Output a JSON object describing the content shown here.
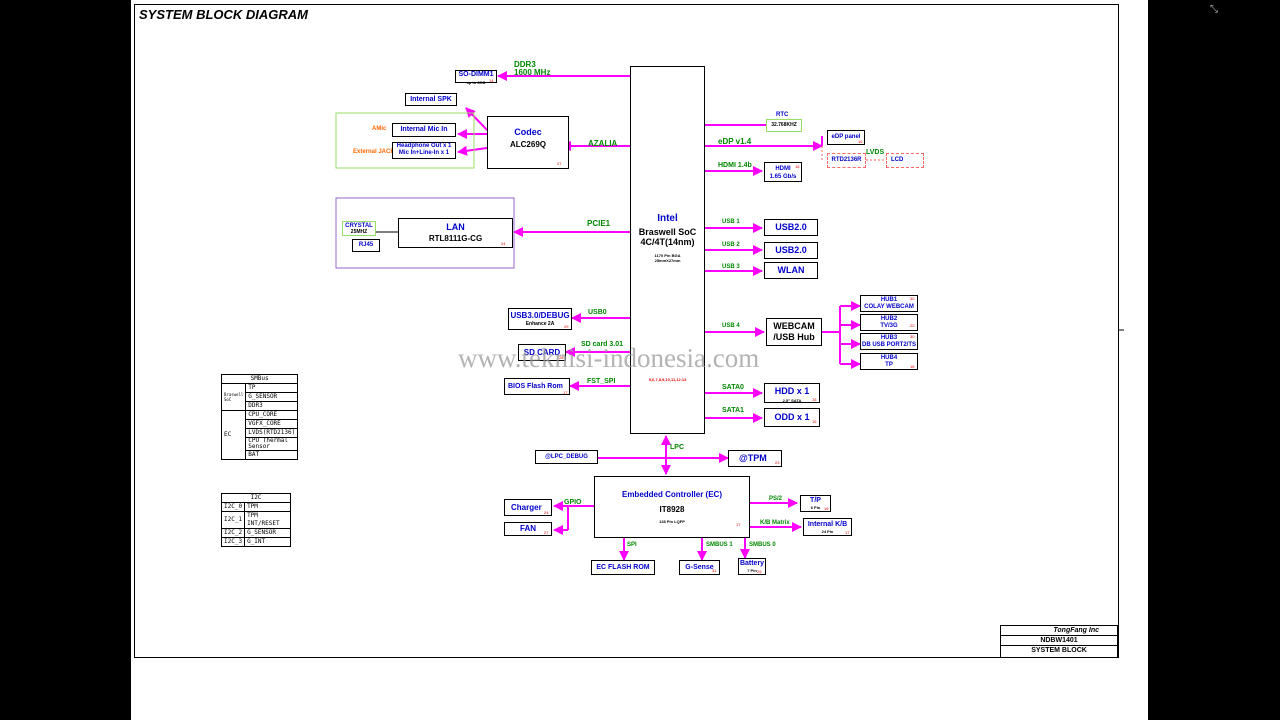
{
  "title": "SYSTEM BLOCK DIAGRAM",
  "soc": {
    "l1": "Intel",
    "l2": "Braswell  SoC",
    "l3": "4C/4T(14nm)",
    "pkg1": "1170 Pin BGA",
    "pkg2": "25mmX27mm",
    "ref": "5,6,7,8,9,10,11,12,13"
  },
  "sodimm": {
    "name": "SO-DIMM1",
    "sub": "up to 8GB",
    "num": "14"
  },
  "ddr": {
    "l1": "DDR3",
    "l2": "1600 MHz"
  },
  "spk": "Internal SPK",
  "codec": {
    "l1": "Codec",
    "l2": "ALC269Q",
    "num": "27"
  },
  "azalia": "AZALIA",
  "amic": "AMic",
  "micin": "Internal Mic In",
  "extjack": "External JACK",
  "hp": {
    "l1": "Headphone Out x 1",
    "l2": "Mic In+Line-In x 1"
  },
  "lan": {
    "l1": "LAN",
    "l2": "RTL8111G-CG",
    "num": "24"
  },
  "pcie": "PCIE1",
  "crystal": {
    "l1": "CRYSTAL",
    "l2": "25MHZ"
  },
  "rj45": "RJ45",
  "rtc": {
    "label": "RTC",
    "freq": "32.768KHZ"
  },
  "edp": {
    "link": "eDP v1.4",
    "panel": "eDP panel",
    "num": "16"
  },
  "rtd": "RTD2136R",
  "lvds": "LVDS",
  "lcd": "LCD",
  "hdmi": {
    "link": "HDMI 1.4b",
    "l1": "HDMI",
    "l2": "1.65 Gb/s",
    "num": "18"
  },
  "usb1": {
    "link": "USB 1",
    "dev": "USB2.0"
  },
  "usb2": {
    "link": "USB 2",
    "dev": "USB2.0"
  },
  "usb3": {
    "link": "USB 3",
    "dev": "WLAN"
  },
  "usb4": {
    "link": "USB 4",
    "l1": "WEBCAM",
    "l2": "/USB Hub"
  },
  "hubs": [
    {
      "l1": "HUB1",
      "l2": "COLAY WEBCAM",
      "num": "30"
    },
    {
      "l1": "HUB2",
      "l2": "TV/3G",
      "num": "22"
    },
    {
      "l1": "HUB3",
      "l2": "DB USB PORT2/TS",
      "num": "30"
    },
    {
      "l1": "HUB4",
      "l2": "TP",
      "num": "16"
    }
  ],
  "usb0": {
    "link": "USB0",
    "l1": "USB3.0/DEBUG",
    "l2": "Enhance 2A",
    "num": "29"
  },
  "sd": {
    "link": "SD card 3.01",
    "dev": "SD CARD",
    "num": "28"
  },
  "bios": {
    "link": "FST_SPI",
    "dev": "BIOS Flash Rom",
    "num": "17"
  },
  "sata0": {
    "link": "SATA0",
    "l1": "HDD x 1",
    "l2": "2.5\" SATA",
    "num": "15"
  },
  "sata1": {
    "link": "SATA1",
    "dev": "ODD x 1",
    "num": "15"
  },
  "lpc": "LPC",
  "lpcdebug": "@LPC_DEBUG",
  "tpm": {
    "dev": "@TPM",
    "num": "23"
  },
  "ec": {
    "l1": "Embedded Controller (EC)",
    "l2": "IT8928",
    "pins": "128 Pin LQFP",
    "num": "17"
  },
  "gpio": "GPIO",
  "charger": {
    "dev": "Charger",
    "num": "24"
  },
  "fan": {
    "dev": "FAN",
    "num": "27"
  },
  "ps2": "PS/2",
  "tp": {
    "l1": "T/P",
    "l2": "6 Pin",
    "num": "16"
  },
  "kbm": "K/B Matrix",
  "kb": {
    "l1": "Internal K/B",
    "l2": "24 Pin",
    "num": "17"
  },
  "spi": "SPI",
  "smb1": "SMBUS 1",
  "smb0": "SMBUS 0",
  "ecflash": "EC FLASH ROM",
  "gsense": {
    "dev": "G-Sense",
    "num": "31"
  },
  "battery": {
    "l1": "Battery",
    "l2": "7 Pin",
    "num": "25"
  },
  "smbus_table": {
    "header": "SMBus",
    "group1": "Braswell SoC",
    "group1_rows": [
      "TP",
      "G_SENSOR",
      "DDR3"
    ],
    "group2": "EC",
    "group2_rows": [
      "CPU_CORE",
      "VGFX_CORE",
      "LVDS(RTD2136)",
      "CPU Thermal Sensor",
      "BAT"
    ]
  },
  "i2c_table": {
    "header": "I2C",
    "rows": [
      [
        "I2C_0",
        "TPM"
      ],
      [
        "I2C_1",
        "TPM INT/RESET"
      ],
      [
        "I2C_2",
        "G_SENSOR"
      ],
      [
        "I2C_3",
        "G_INT"
      ]
    ]
  },
  "titleblock": {
    "company": "TongFang Inc",
    "model": "NDBW1401",
    "doc": "SYSTEM BLOCK"
  },
  "watermark": "www.teknisi-indonesia.com",
  "colors": {
    "bus": "#ff00ff",
    "text_blue": "#0000cc",
    "text_green": "#008800",
    "audio_group": "#99dd66",
    "lan_group": "#9966cc"
  }
}
